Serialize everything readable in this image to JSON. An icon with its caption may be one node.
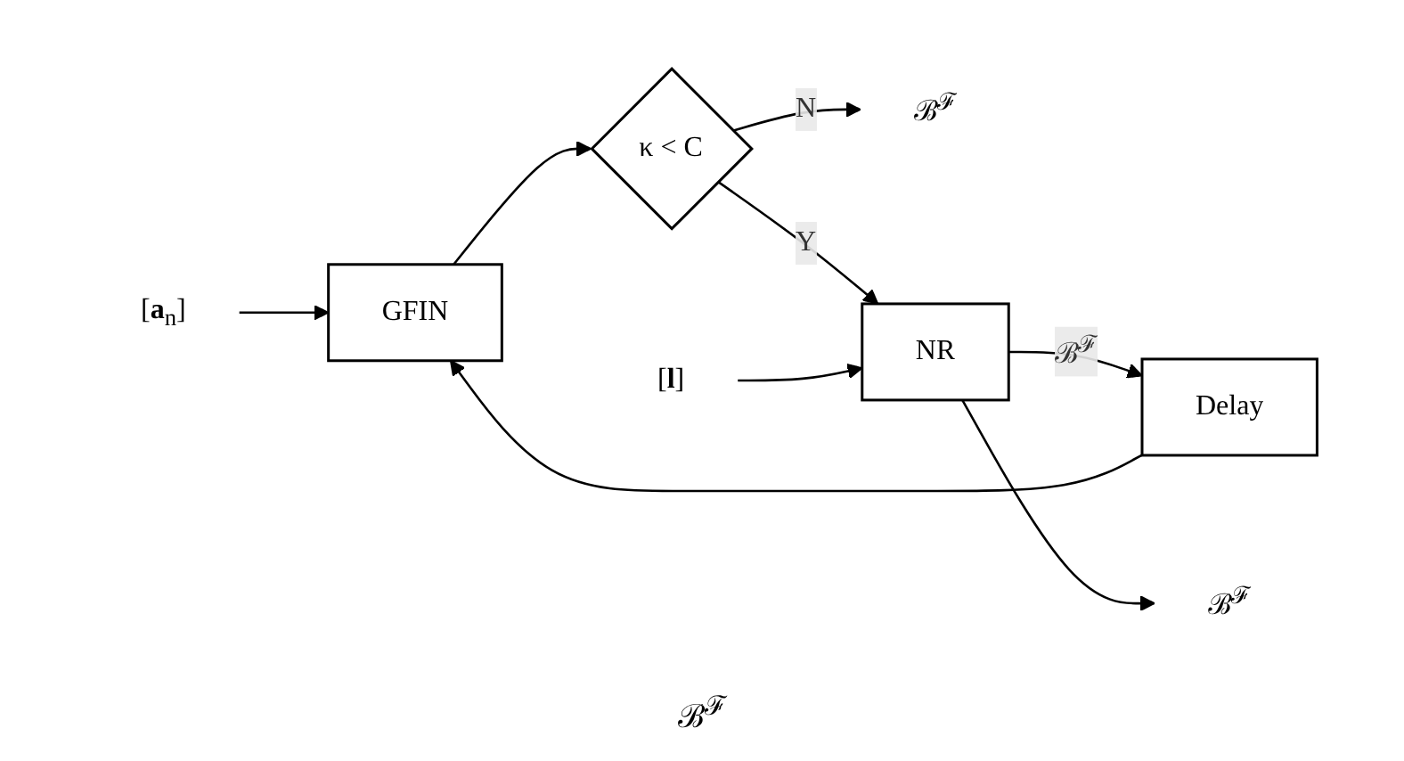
{
  "diagram": {
    "nodes": [
      {
        "text": [
          "[**a**$_{n}$]"
        ]
      },
      {
        "text": [
          "GFIN"
        ]
      },
      {
        "text": [
          "κ < C"
        ]
      },
      {
        "text": [
          "ℬ$^{ℱ}$"
        ]
      },
      {
        "text": [
          "NR"
        ]
      },
      {
        "text": [
          "Delay"
        ]
      },
      {
        "text": [
          "ℬ$^{ℱ}$"
        ]
      },
      {
        "text": [
          "[**l**]"
        ]
      }
    ],
    "edges": [
      {
        "from": 0,
        "to": 1,
        "arrow": "to"
      },
      {
        "from": 1,
        "to": 2,
        "arrow": "to"
      },
      {
        "from": 2,
        "to": 3,
        "arrow": "to",
        "label": "N"
      },
      {
        "from": 2,
        "to": 4,
        "arrow": "to",
        "label": "Y"
      },
      {
        "from": 4,
        "to": 5,
        "arrow": "to",
        "label": "ℬ$^{ℱ}$"
      },
      {
        "from": 5,
        "to": 1,
        "arrow": "to"
      },
      {
        "from": 4,
        "to": 6,
        "arrow": "to"
      },
      {
        "from": 7,
        "to": 4,
        "arrow": "to"
      }
    ],
    "labels": [
      "ℬ$^{ℱ}$"
    ]
  }
}
